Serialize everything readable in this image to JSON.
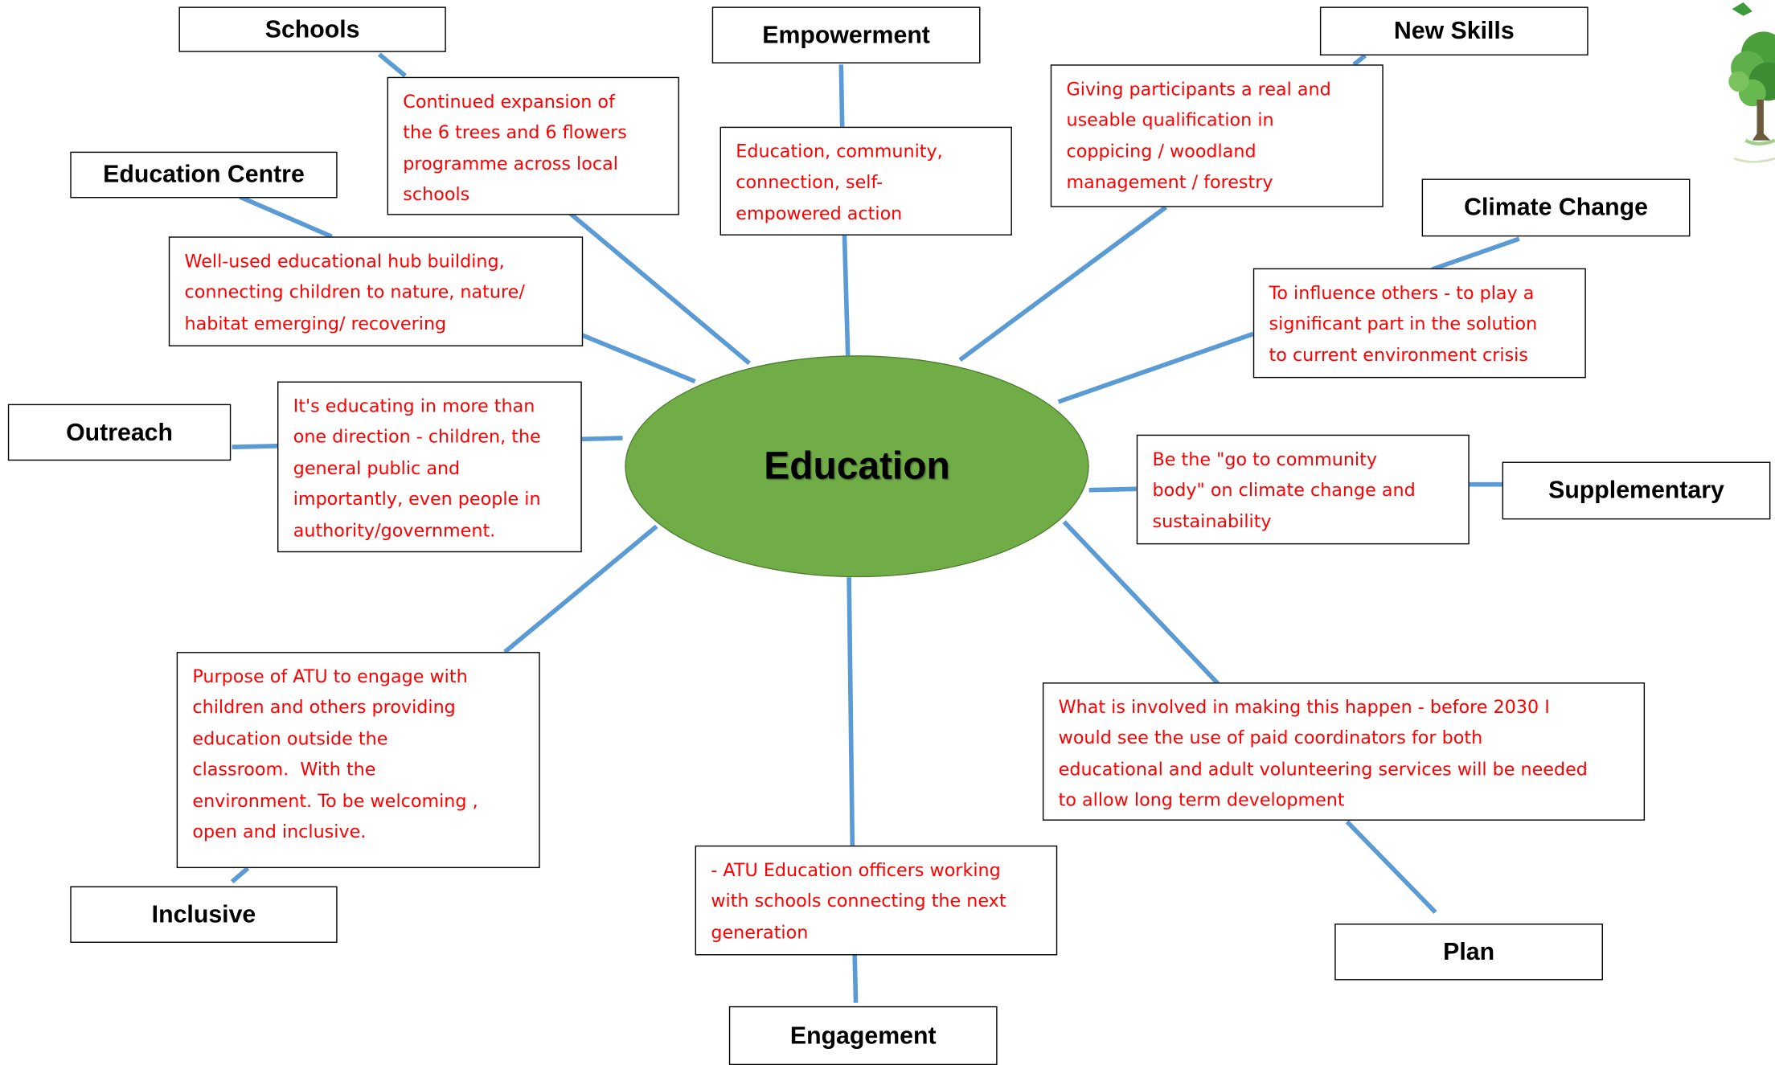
{
  "hub": "Education",
  "branches": [
    {
      "heading": "Schools",
      "note": [
        "Continued expansion of",
        "the 6 trees and 6 flowers",
        "programme across local",
        "schools"
      ]
    },
    {
      "heading": "Empowerment",
      "note": [
        "Education, community,",
        "connection, self-",
        "empowered action"
      ]
    },
    {
      "heading": "New Skills",
      "note": [
        "Giving participants a real and",
        "useable qualification in",
        "coppicing / woodland",
        "management / forestry"
      ]
    },
    {
      "heading": "Education Centre",
      "note": [
        "Well-used educational hub building,",
        "connecting children to nature, nature/",
        "habitat emerging/ recovering"
      ]
    },
    {
      "heading": "Climate Change",
      "note": [
        "To influence others - to play a",
        "significant part in the solution",
        "to current environment crisis"
      ]
    },
    {
      "heading": "Outreach",
      "note": [
        "It's educating in more than",
        "one direction - children, the",
        "general public and",
        "importantly, even people in",
        "authority/government."
      ]
    },
    {
      "heading": "Supplementary",
      "note": [
        "Be the \"go to community",
        "body\" on climate change and",
        "sustainability"
      ]
    },
    {
      "heading": "Inclusive",
      "note": [
        "Purpose of ATU to engage with",
        "children and others providing",
        "education outside the",
        "classroom.  With the",
        "environment. To be welcoming ,",
        "open and inclusive."
      ]
    },
    {
      "heading": "Plan",
      "note": [
        "What is involved in making this happen - before 2030 I",
        "would see the use of paid coordinators for both",
        "educational and adult volunteering services will be needed",
        "to allow long term development"
      ]
    },
    {
      "heading": "Engagement",
      "note": [
        "- ATU Education officers working",
        "with schools connecting the next",
        "generation"
      ]
    }
  ],
  "colors": {
    "connector": "#5b9bd5",
    "hub_fill": "#70ad47",
    "note_text": "#ff0000",
    "heading_text": "#000000"
  }
}
